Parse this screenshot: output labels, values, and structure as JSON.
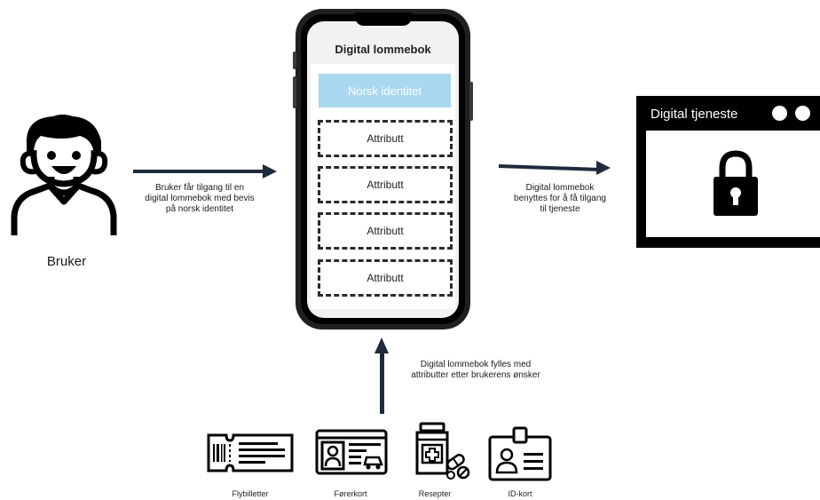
{
  "user": {
    "label": "Bruker",
    "caption": [
      "Bruker får tilgang til en",
      "digital lommebok med bevis",
      "på norsk identitet"
    ]
  },
  "wallet": {
    "title": "Digital lommebok",
    "identity_label": "Norsk identitet",
    "attributes": [
      "Attributt",
      "Attributt",
      "Attributt",
      "Attributt"
    ]
  },
  "service": {
    "title": "Digital tjeneste",
    "caption": [
      "Digital lommebok",
      "benyttes for å få tilgang",
      "til tjeneste"
    ]
  },
  "sources": {
    "caption": [
      "Digital lommebok fylles med",
      "attributter etter brukerens ønsker"
    ],
    "items": [
      {
        "label": "Flybilletter",
        "icon": "plane-ticket-icon"
      },
      {
        "label": "Førerkort",
        "icon": "drivers-license-icon"
      },
      {
        "label": "Resepter",
        "icon": "prescription-icon"
      },
      {
        "label": "ID-kort",
        "icon": "id-card-icon"
      }
    ]
  },
  "colors": {
    "arrow": "#1e2b3c",
    "identity_box": "#a9d8f0",
    "service_frame": "#000000"
  }
}
